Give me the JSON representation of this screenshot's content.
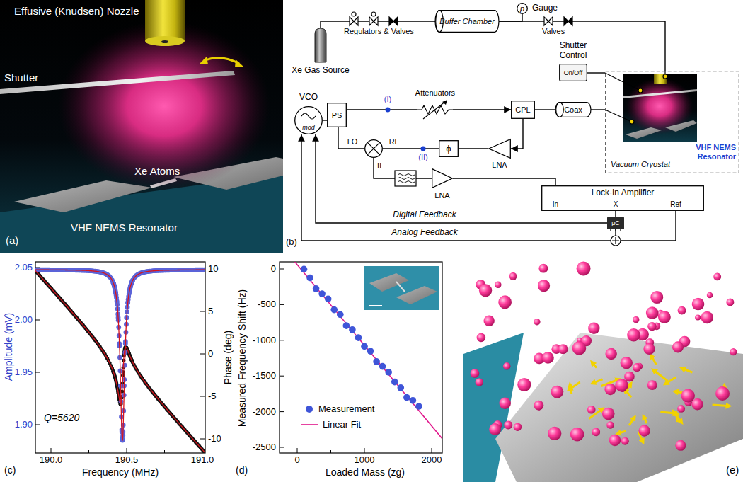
{
  "diagram": {
    "nodes": [
      {
        "text": [
          "Xe Gas Source"
        ]
      },
      {
        "text": [
          "Buffer Chamber"
        ]
      },
      {
        "text": [
          "p",
          "Gauge"
        ]
      },
      {
        "text": [
          "Shutter Control",
          "On/Off"
        ]
      },
      {
        "text": [
          "VCO",
          "mod"
        ]
      },
      {
        "text": [
          "PS"
        ]
      },
      {
        "text": [
          "Attenuators"
        ]
      },
      {
        "text": [
          "CPL"
        ]
      },
      {
        "text": [
          "Coax"
        ]
      },
      {
        "text": [
          "LNA"
        ]
      },
      {
        "text": [
          "ϕ"
        ]
      },
      {
        "text": [
          "LO",
          "RF",
          "IF"
        ]
      },
      {
        "text": [
          "LNA"
        ]
      },
      {
        "text": [
          "Lock-In Amplifier",
          "In",
          "X",
          "Ref"
        ]
      },
      {
        "text": [
          "μC"
        ]
      },
      {
        "text": [
          "VHF NEMS Resonator",
          "Vacuum Cryostat"
        ]
      }
    ],
    "edges": [
      {
        "from": 0,
        "to": 1,
        "arrow": "none"
      },
      {
        "from": 1,
        "to": 2,
        "arrow": "none"
      },
      {
        "from": 1,
        "to": 15,
        "arrow": "none"
      },
      {
        "from": 3,
        "to": 15,
        "arrow": "none"
      },
      {
        "from": 4,
        "to": 5,
        "arrow": "none"
      },
      {
        "from": 5,
        "to": 6,
        "arrow": "none"
      },
      {
        "from": 6,
        "to": 7,
        "arrow": "to"
      },
      {
        "from": 7,
        "to": 8,
        "arrow": "none"
      },
      {
        "from": 8,
        "to": 15,
        "arrow": "none"
      },
      {
        "from": 7,
        "to": 9,
        "arrow": "to"
      },
      {
        "from": 9,
        "to": 10,
        "arrow": "none"
      },
      {
        "from": 10,
        "to": 11,
        "arrow": "none"
      },
      {
        "from": 5,
        "to": 11,
        "arrow": "none"
      },
      {
        "from": 11,
        "to": 12,
        "arrow": "none"
      },
      {
        "from": 12,
        "to": 13,
        "arrow": "none"
      },
      {
        "from": 13,
        "to": 14,
        "arrow": "none"
      },
      {
        "from": 14,
        "to": 4,
        "label": "Digital Feedback",
        "arrow": "to"
      },
      {
        "from": 13,
        "to": 4,
        "label": "Analog Feedback",
        "arrow": "to"
      }
    ],
    "labels": [
      "Effusive (Knudsen) Nozzle",
      "Shutter",
      "Xe Atoms",
      "VHF NEMS Resonator",
      "(a)",
      "Regulators & Valves",
      "Valves",
      "(I)",
      "(II)",
      "(b)",
      "Amplitude (mV)",
      "Phase (deg)",
      "Frequency (MHz)",
      "Q=5620",
      "(c)",
      "2.05",
      "2.00",
      "1.95",
      "1.90",
      "10",
      "5",
      "0",
      "-5",
      "-10",
      "190.0",
      "190.5",
      "191.0",
      "Measured Frequency Shift (Hz)",
      "Loaded Mass (zg)",
      "(d)",
      "0",
      "-500",
      "-1000",
      "-1500",
      "-2000",
      "-2500",
      "0",
      "1000",
      "2000",
      "(e)"
    ],
    "legend": [
      {
        "text": "Measurement"
      },
      {
        "text": "Linear Fit"
      }
    ]
  }
}
